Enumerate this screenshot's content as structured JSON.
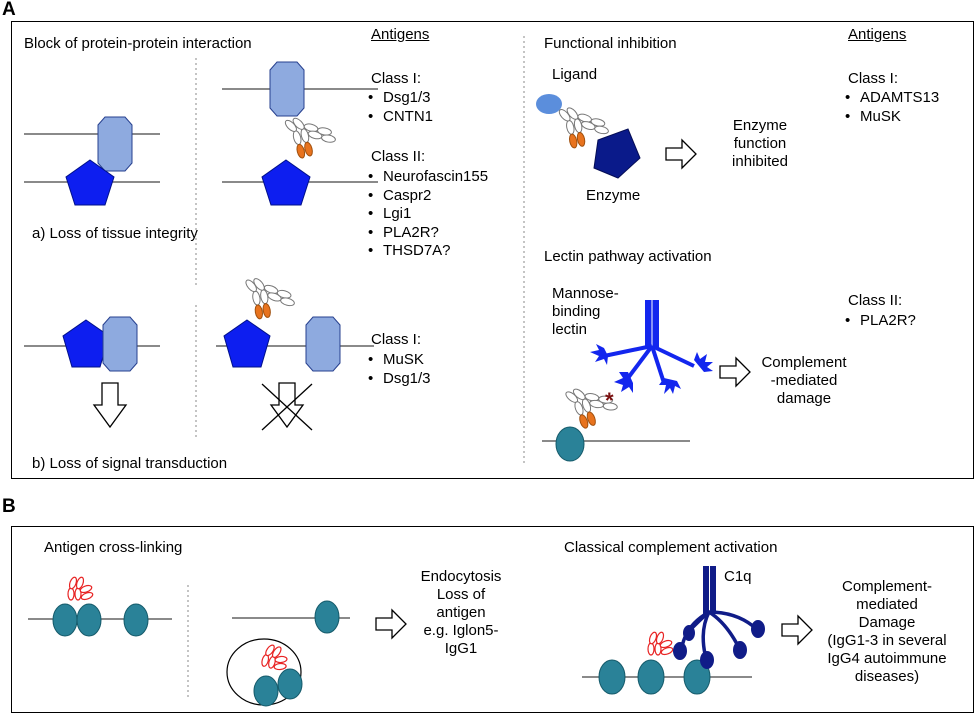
{
  "panel_a": {
    "letter": "A",
    "left": {
      "title": "Block of protein-protein interaction",
      "caption_a": "a) Loss of tissue integrity",
      "caption_b": "b) Loss of signal transduction",
      "antigens_heading": "Antigens",
      "group1": {
        "heading": "Class I:",
        "items": [
          "Dsg1/3",
          "CNTN1"
        ]
      },
      "group2": {
        "heading": "Class II:",
        "items": [
          "Neurofascin155",
          "Caspr2",
          "Lgi1",
          "PLA2R?",
          "THSD7A?"
        ]
      },
      "group3": {
        "heading": "Class I:",
        "items": [
          "MuSK",
          "Dsg1/3"
        ]
      }
    },
    "right": {
      "functional": {
        "title": "Functional inhibition",
        "ligand_label": "Ligand",
        "enzyme_label": "Enzyme",
        "outcome": [
          "Enzyme",
          "function",
          "inhibited"
        ],
        "antigens_heading": "Antigens",
        "group": {
          "heading": "Class I:",
          "items": [
            "ADAMTS13",
            "MuSK"
          ]
        }
      },
      "lectin": {
        "title": "Lectin pathway activation",
        "mbl_label": [
          "Mannose-",
          "binding",
          "lectin"
        ],
        "outcome": [
          "Complement",
          "-mediated",
          "damage"
        ],
        "group": {
          "heading": "Class II:",
          "items": [
            "PLA2R?"
          ]
        }
      }
    }
  },
  "panel_b": {
    "letter": "B",
    "crosslink": {
      "title": "Antigen cross-linking",
      "outcome": [
        "Endocytosis",
        "Loss of",
        "antigen",
        "e.g. Iglon5-",
        "IgG1"
      ]
    },
    "classical": {
      "title": "Classical complement activation",
      "c1q_label": "C1q",
      "outcome": [
        "Complement-",
        "mediated",
        "Damage",
        "(IgG1-3 in several",
        "IgG4 autoimmune",
        "diseases)"
      ]
    }
  },
  "colors": {
    "pentagon_blue": "#0d1ef0",
    "light_receptor": "#8eaadf",
    "enzyme_navy": "#0a1a8a",
    "antigen_teal": "#2a8298",
    "fab_orange": "#e8731e",
    "lectin_blue": "#1326ee",
    "c1q_navy": "#101c88",
    "crosslink_red": "#e82424",
    "star_red": "#7a1010",
    "ligand_blue": "#5b8edc"
  }
}
